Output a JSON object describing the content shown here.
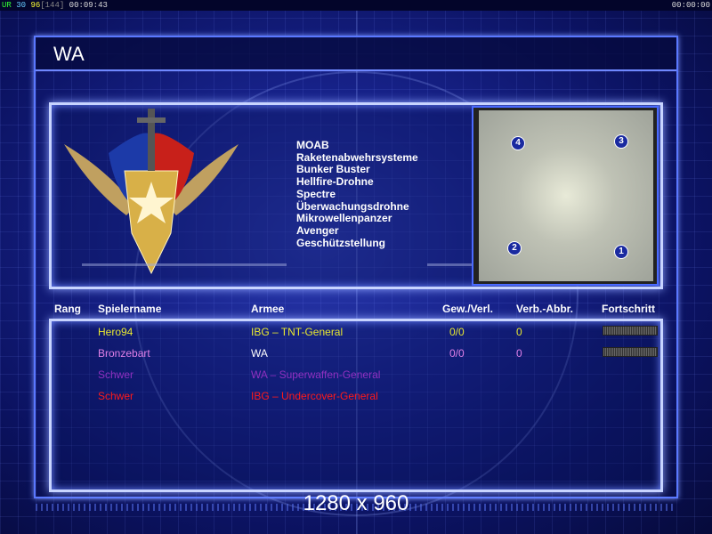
{
  "status_bar": {
    "ur_label": "UR",
    "val1": "30",
    "val2": "96",
    "val3": "[144]",
    "elapsed": "00:09:43",
    "right_time": "00:00:00"
  },
  "title": "WA",
  "superweapons": [
    "MOAB",
    "Raketenabwehrsysteme",
    "Bunker Buster",
    "Hellfire-Drohne",
    "Spectre",
    "Überwachungsdrohne",
    "Mikrowellenpanzer",
    "Avenger",
    "Geschützstellung"
  ],
  "map": {
    "start_positions": [
      "4",
      "3",
      "2",
      "1"
    ]
  },
  "table": {
    "headers": {
      "rank": "Rang",
      "name": "Spielername",
      "army": "Armee",
      "winloss": "Gew./Verl.",
      "disconnects": "Verb.-Abbr.",
      "progress": "Fortschritt"
    },
    "rows": [
      {
        "name": "Hero94",
        "army": "IBG – TNT-General",
        "winloss": "0/0",
        "disconnects": "0",
        "color": "#e8e830",
        "progress": 0
      },
      {
        "name": "Bronzebart",
        "army": "WA",
        "winloss": "0/0",
        "disconnects": "0",
        "color": "#e080e8",
        "progress": 0
      },
      {
        "name": "Schwer",
        "army": "WA – Superwaffen-General",
        "color": "#9030c0"
      },
      {
        "name": "Schwer",
        "army": "IBG – Undercover-General",
        "color": "#ff1a1a"
      }
    ]
  },
  "resolution": "1280 x 960"
}
